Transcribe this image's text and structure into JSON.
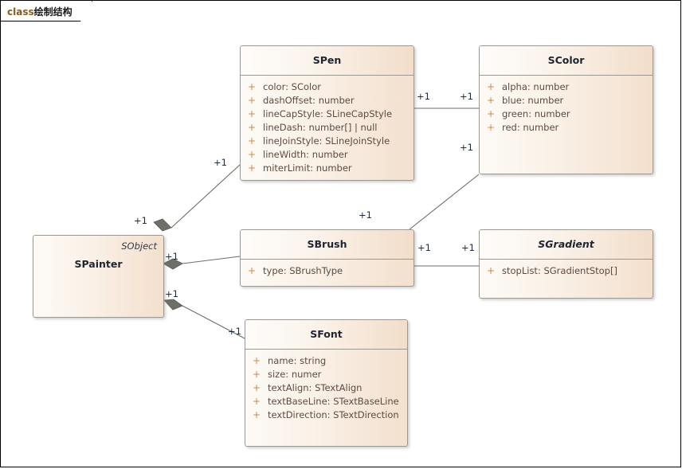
{
  "diagram": {
    "tab_label_latin": "class",
    "tab_label_cjk": "绘制结构",
    "frame_border_color": "#000000",
    "background": "#ffffff",
    "box_border_color": "#9a9a93",
    "box_fill_light": "#fdfaf6",
    "box_fill_dark": "#f3e0ce",
    "attribute_text_color": "#5e4a3e",
    "visibility_marker_color": "#c98c4d",
    "title_text_color": "#1f2430",
    "connector_color": "#6d6d68",
    "multiplicity_color": "#1d2c3f"
  },
  "classes": {
    "spainter": {
      "name": "SPainter",
      "stereotype": "SObject",
      "abstract": false,
      "attributes": []
    },
    "spen": {
      "name": "SPen",
      "abstract": false,
      "attributes": [
        {
          "visibility": "+",
          "text": "color: SColor"
        },
        {
          "visibility": "+",
          "text": "dashOffset: number"
        },
        {
          "visibility": "+",
          "text": "lineCapStyle: SLineCapStyle"
        },
        {
          "visibility": "+",
          "text": "lineDash: number[] | null"
        },
        {
          "visibility": "+",
          "text": "lineJoinStyle: SLineJoinStyle"
        },
        {
          "visibility": "+",
          "text": "lineWidth: number"
        },
        {
          "visibility": "+",
          "text": "miterLimit: number"
        }
      ]
    },
    "scolor": {
      "name": "SColor",
      "abstract": false,
      "attributes": [
        {
          "visibility": "+",
          "text": "alpha: number"
        },
        {
          "visibility": "+",
          "text": "blue: number"
        },
        {
          "visibility": "+",
          "text": "green: number"
        },
        {
          "visibility": "+",
          "text": "red: number"
        }
      ]
    },
    "sbrush": {
      "name": "SBrush",
      "abstract": false,
      "attributes": [
        {
          "visibility": "+",
          "text": "type: SBrushType"
        }
      ]
    },
    "sgradient": {
      "name": "SGradient",
      "abstract": true,
      "attributes": [
        {
          "visibility": "+",
          "text": "stopList: SGradientStop[]"
        }
      ]
    },
    "sfont": {
      "name": "SFont",
      "abstract": false,
      "attributes": [
        {
          "visibility": "+",
          "text": "name: string"
        },
        {
          "visibility": "+",
          "text": "size: numer"
        },
        {
          "visibility": "+",
          "text": "textAlign: STextAlign"
        },
        {
          "visibility": "+",
          "text": "textBaseLine: STextBaseLine"
        },
        {
          "visibility": "+",
          "text": "textDirection: STextDirection"
        }
      ]
    }
  },
  "connectors": [
    {
      "id": "spainter-spen",
      "from": "SPainter",
      "to": "SPen",
      "type": "composition",
      "source_multiplicity": "+1",
      "target_multiplicity": "+1"
    },
    {
      "id": "spainter-sbrush",
      "from": "SPainter",
      "to": "SBrush",
      "type": "composition",
      "source_multiplicity": "+1",
      "target_multiplicity": "+1"
    },
    {
      "id": "spainter-sfont",
      "from": "SPainter",
      "to": "SFont",
      "type": "composition",
      "source_multiplicity": "+1",
      "target_multiplicity": "+1"
    },
    {
      "id": "spen-scolor",
      "from": "SPen",
      "to": "SColor",
      "type": "association",
      "source_multiplicity": "+1",
      "target_multiplicity": "+1"
    },
    {
      "id": "sbrush-scolor",
      "from": "SBrush",
      "to": "SColor",
      "type": "association",
      "source_multiplicity": "+1",
      "target_multiplicity": "+1"
    },
    {
      "id": "sbrush-sgradient",
      "from": "SBrush",
      "to": "SGradient",
      "type": "association",
      "source_multiplicity": "+1",
      "target_multiplicity": "+1"
    }
  ],
  "multiplicity_labels": [
    {
      "id": "m-spen-left",
      "text": "+1"
    },
    {
      "id": "m-spainter-top",
      "text": "+1"
    },
    {
      "id": "m-spen-right",
      "text": "+1"
    },
    {
      "id": "m-scolor-left",
      "text": "+1"
    },
    {
      "id": "m-scolor-bottomleft",
      "text": "+1"
    },
    {
      "id": "m-sbrush-topright",
      "text": "+1"
    },
    {
      "id": "m-spainter-mid",
      "text": "+1"
    },
    {
      "id": "m-sbrush-right",
      "text": "+1"
    },
    {
      "id": "m-sgradient-left",
      "text": "+1"
    },
    {
      "id": "m-spainter-bottom",
      "text": "+1"
    },
    {
      "id": "m-sfont-left",
      "text": "+1"
    }
  ]
}
